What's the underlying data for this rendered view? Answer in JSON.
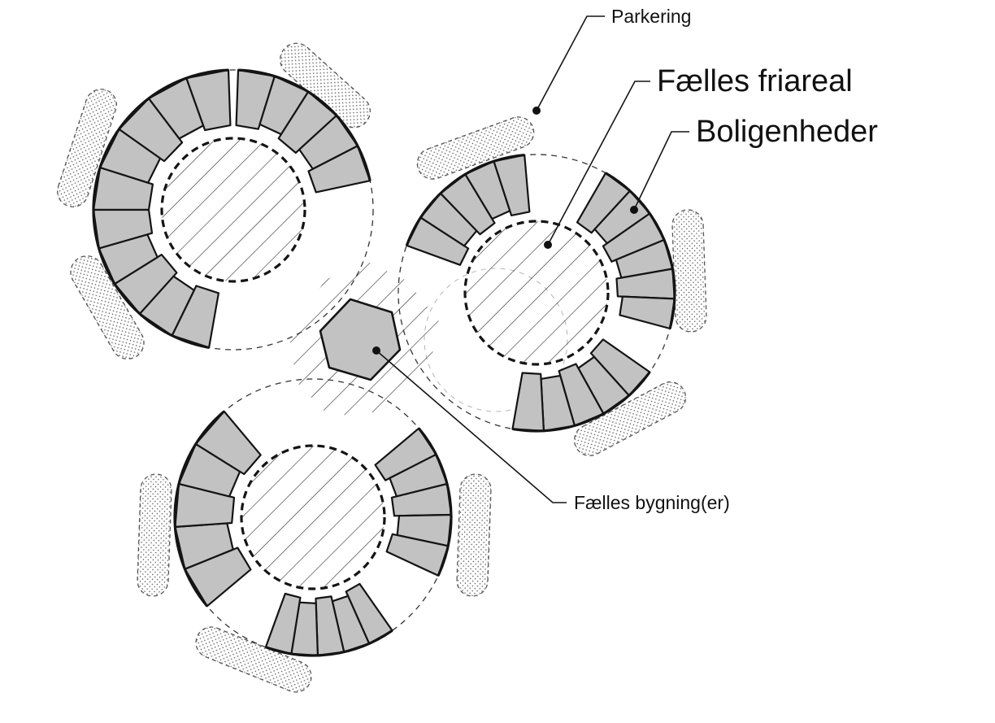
{
  "labels": {
    "parking": "Parkering",
    "common_open_space": "Fælles friareal",
    "housing_units": "Boligenheder",
    "common_building": "Fælles bygning(er)"
  },
  "colors": {
    "unit_fill": "#c2c2c2",
    "stroke": "#141414",
    "background": "#ffffff"
  }
}
